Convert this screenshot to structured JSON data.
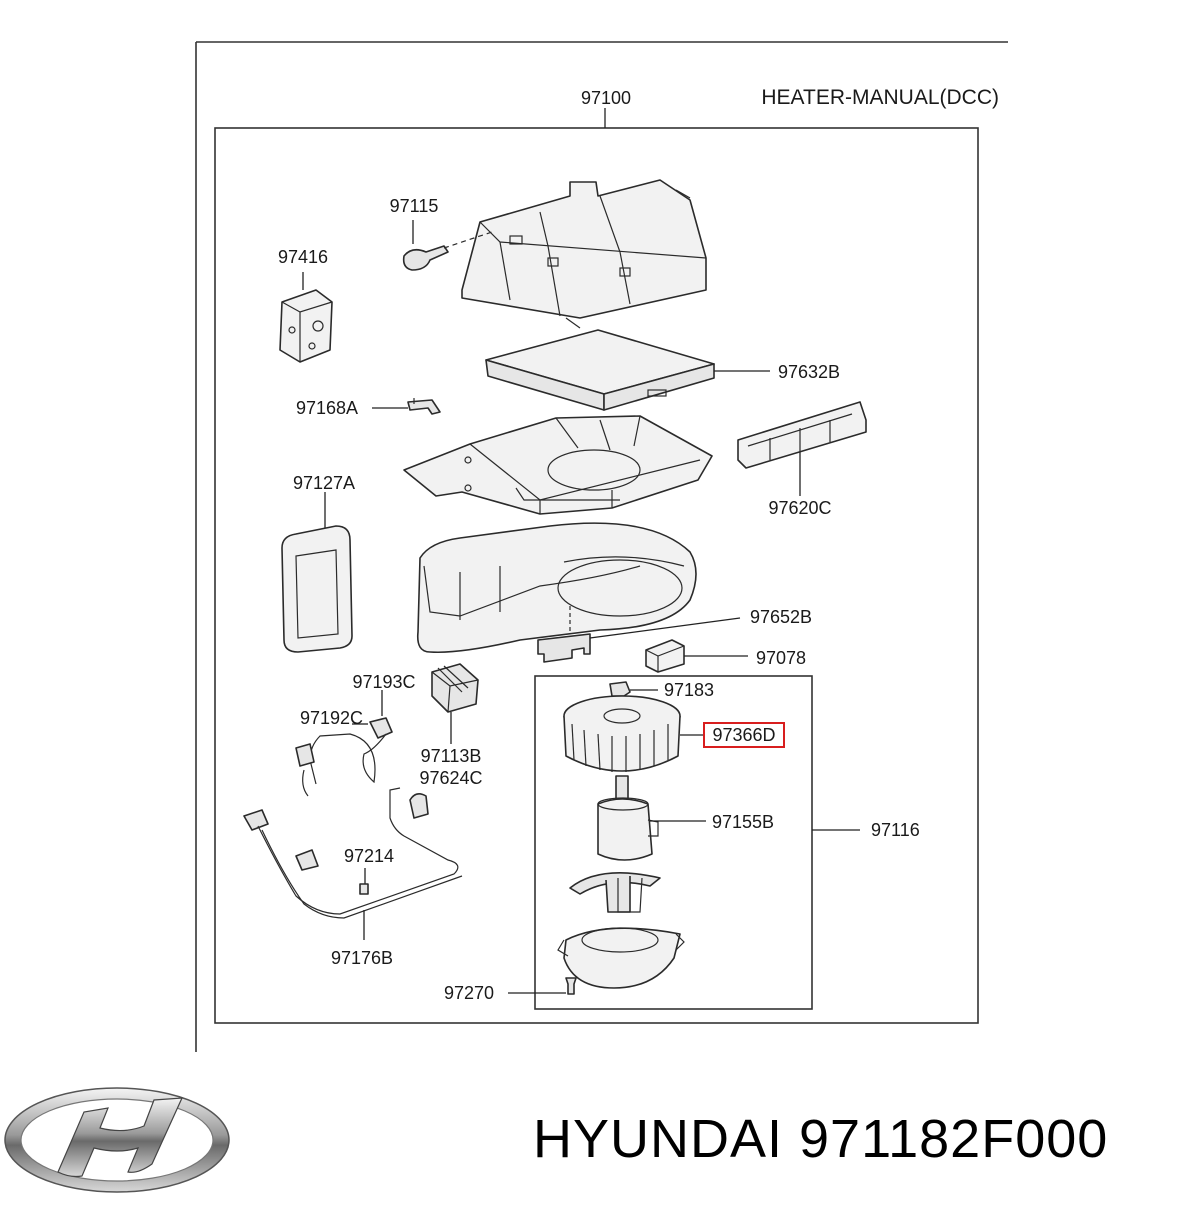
{
  "diagram": {
    "assembly_code": "97100",
    "title": "HEATER-MANUAL(DCC)",
    "highlight_color": "#d81e1e",
    "labels": {
      "p97115": "97115",
      "p97416": "97416",
      "p97632B": "97632B",
      "p97168A": "97168A",
      "p97620C": "97620C",
      "p97127A": "97127A",
      "p97652B": "97652B",
      "p97078": "97078",
      "p97193C": "97193C",
      "p97183": "97183",
      "p97192C": "97192C",
      "p97366D": "97366D",
      "p97113B": "97113B",
      "p97624C": "97624C",
      "p97155B": "97155B",
      "p97116": "97116",
      "p97214": "97214",
      "p97176B": "97176B",
      "p97270": "97270"
    }
  },
  "footer": {
    "brand_logo": "hyundai-logo",
    "caption": "HYUNDAI 971182F000"
  }
}
